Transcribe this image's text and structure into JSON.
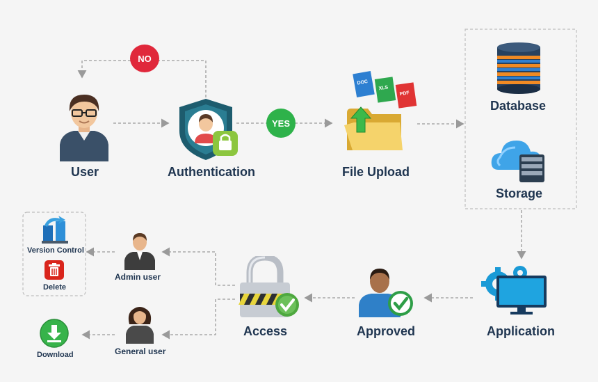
{
  "labels": {
    "user": "User",
    "authentication": "Authentication",
    "file_upload": "File Upload",
    "database": "Database",
    "storage": "Storage",
    "application": "Application",
    "approved": "Approved",
    "access": "Access",
    "admin_user": "Admin user",
    "general_user": "General user",
    "version_control": "Version Control",
    "delete": "Delete",
    "download": "Download"
  },
  "decisions": {
    "no": "NO",
    "yes": "YES"
  },
  "file_types": [
    "DOC",
    "XLS",
    "PDF"
  ],
  "colors": {
    "text": "#1f3550",
    "no_badge": "#e0283b",
    "yes_badge": "#2eb24a",
    "arrow": "#9a9a9a",
    "background": "#f5f5f5"
  }
}
